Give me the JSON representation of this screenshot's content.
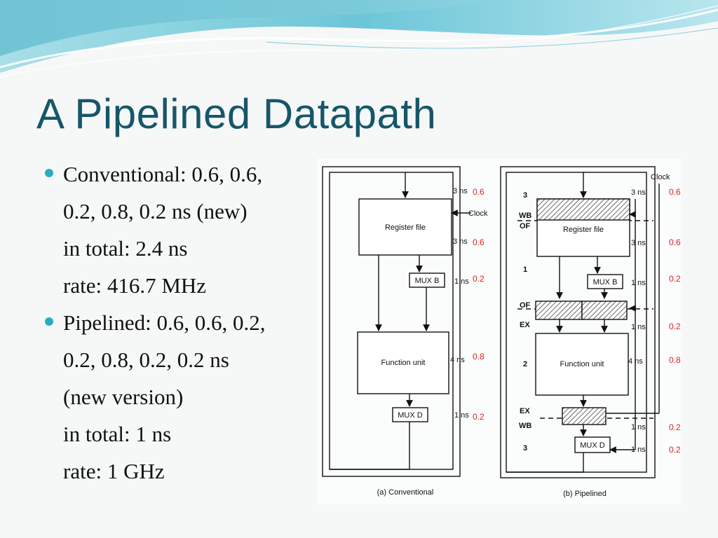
{
  "slide": {
    "title": "A Pipelined Datapath",
    "bullets": [
      {
        "lines": [
          "Conventional: 0.6, 0.6,",
          "0.2, 0.8, 0.2 ns (new)",
          "in total: 2.4 ns",
          "rate: 416.7 MHz"
        ]
      },
      {
        "lines": [
          "Pipelined: 0.6, 0.6, 0.2,",
          "0.2, 0.8, 0.2, 0.2 ns",
          "(new version)",
          "in total: 1 ns",
          "rate: 1 GHz"
        ]
      }
    ]
  },
  "colors": {
    "title": "#17566a",
    "bullet": "#2aaebf",
    "annotation": "#dd2222"
  },
  "figure": {
    "conventional": {
      "register_file": "Register file",
      "mux_b": "MUX B",
      "function_unit": "Function unit",
      "mux_d": "MUX D",
      "clock": "Clock",
      "caption": "(a) Conventional",
      "delays": [
        "3 ns",
        "3 ns",
        "1 ns",
        "4 ns",
        "1 ns"
      ],
      "annotations": [
        "0.6",
        "0.6",
        "0.2",
        "0.8",
        "0.2"
      ]
    },
    "pipelined": {
      "register_file": "Register file",
      "mux_b": "MUX B",
      "function_unit": "Function unit",
      "mux_d": "MUX D",
      "clock": "Clock",
      "caption": "(b) Pipelined",
      "stage_labels": [
        "3",
        "WB",
        "OF",
        "1",
        "OF",
        "EX",
        "2",
        "EX",
        "WB",
        "3"
      ],
      "delays": [
        "3 ns",
        "3 ns",
        "1 ns",
        "1 ns",
        "4 ns",
        "1 ns",
        "1 ns"
      ],
      "annotations": [
        "0.6",
        "0.6",
        "0.2",
        "0.2",
        "0.8",
        "0.2",
        "0.2"
      ]
    }
  }
}
